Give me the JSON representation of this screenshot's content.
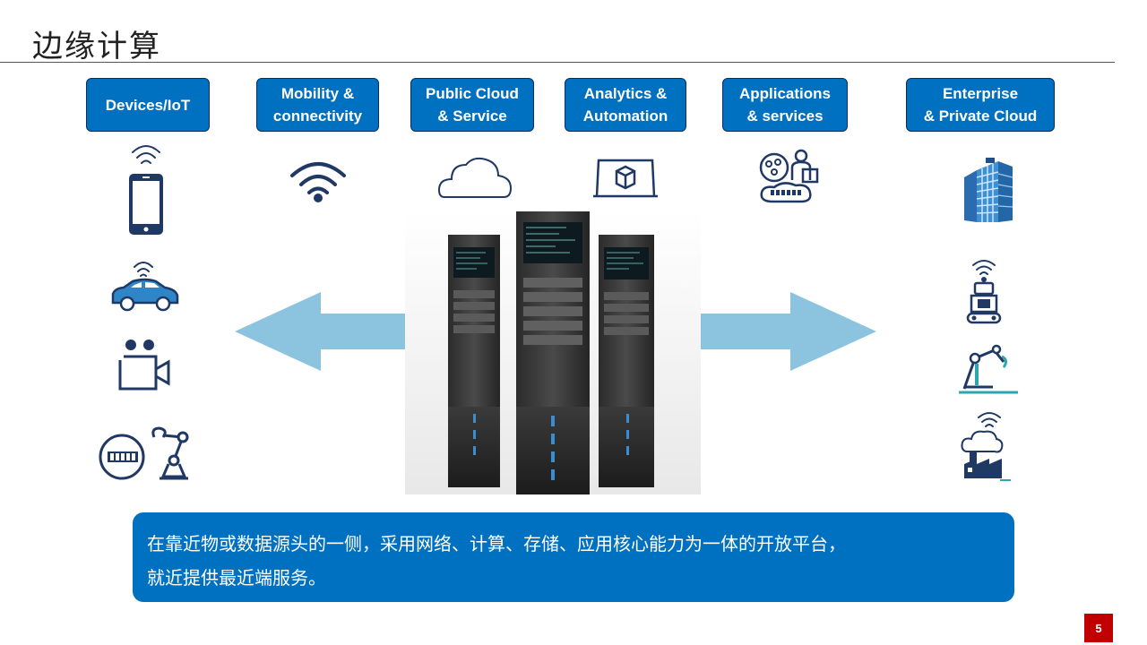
{
  "slide": {
    "title": "边缘计算",
    "page_number": "5"
  },
  "categories": [
    {
      "label": "Devices/IoT"
    },
    {
      "label": "Mobility &\nconnectivity"
    },
    {
      "label": "Public Cloud\n& Service"
    },
    {
      "label": "Analytics &\nAutomation"
    },
    {
      "label": "Applications\n& services"
    },
    {
      "label": "Enterprise\n& Private Cloud"
    }
  ],
  "icons": {
    "left_column": [
      "smartphone-wifi-icon",
      "connected-car-icon",
      "video-camera-icon",
      "industrial-robot-icon"
    ],
    "top_row": [
      "wifi-icon",
      "cloud-icon",
      "analytics-box-icon",
      "applications-services-icon"
    ],
    "right_column": [
      "office-building-icon",
      "robot-wifi-icon",
      "robotic-arm-icon",
      "factory-wifi-icon"
    ]
  },
  "summary": {
    "line1": "在靠近物或数据源头的一侧，采用网络、计算、存储、应用核心能力为一体的开放平台，",
    "line2": "就近提供最近端服务。"
  },
  "colors": {
    "accent_blue": "#0070c0",
    "icon_navy": "#1f3864",
    "arrow_light_blue": "#8cc4e0",
    "page_badge_red": "#c00000"
  }
}
